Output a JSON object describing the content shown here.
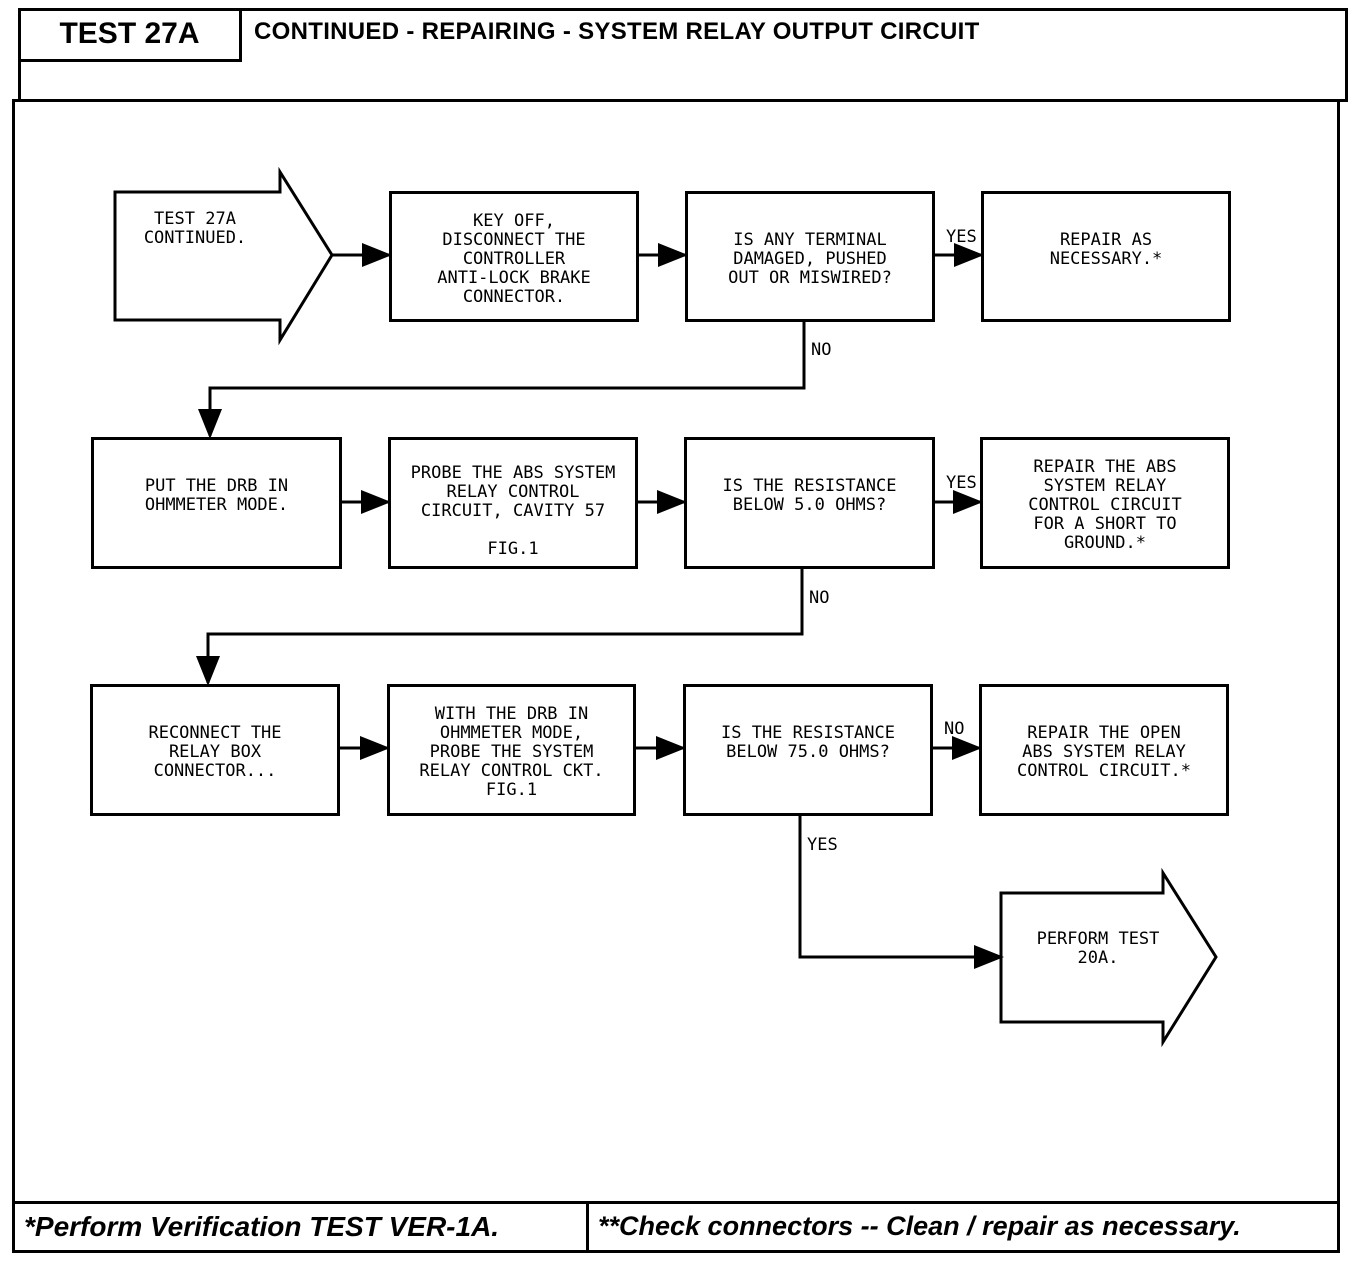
{
  "header": {
    "test_label": "TEST 27A",
    "title": "CONTINUED - REPAIRING - SYSTEM RELAY OUTPUT CIRCUIT"
  },
  "flow": {
    "start": "TEST 27A\nCONTINUED.",
    "r1_step": "KEY OFF,\nDISCONNECT THE\nCONTROLLER\nANTI-LOCK BRAKE\nCONNECTOR.",
    "r1_question": "IS ANY TERMINAL\nDAMAGED, PUSHED\nOUT OR MISWIRED?",
    "r1_yes_label": "YES",
    "r1_action": "REPAIR AS\nNECESSARY.*",
    "r1_no_label": "NO",
    "r2_step1": "PUT THE DRB IN\nOHMMETER MODE.",
    "r2_step2": "PROBE THE ABS SYSTEM\nRELAY CONTROL\nCIRCUIT, CAVITY 57",
    "r2_step2_fig": "FIG.1",
    "r2_question": "IS THE RESISTANCE\nBELOW 5.0 OHMS?",
    "r2_yes_label": "YES",
    "r2_action": "REPAIR THE ABS\nSYSTEM RELAY\nCONTROL CIRCUIT\nFOR A SHORT TO\nGROUND.*",
    "r2_no_label": "NO",
    "r3_step1": "RECONNECT THE\nRELAY BOX\nCONNECTOR...",
    "r3_step2": "WITH THE DRB IN\nOHMMETER MODE,\nPROBE THE SYSTEM\nRELAY CONTROL CKT.\nFIG.1",
    "r3_question": "IS THE RESISTANCE\nBELOW 75.0 OHMS?",
    "r3_no_label": "NO",
    "r3_action": "REPAIR THE OPEN\nABS SYSTEM RELAY\nCONTROL CIRCUIT.*",
    "r3_yes_label": "YES",
    "end": "PERFORM TEST\n20A."
  },
  "footer": {
    "left": "*Perform Verification TEST VER-1A.",
    "right": "**Check connectors -- Clean / repair as necessary."
  }
}
